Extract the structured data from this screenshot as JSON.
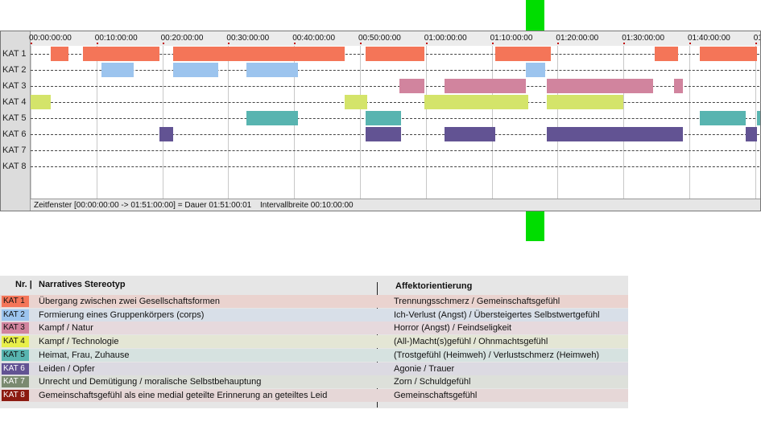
{
  "timeline": {
    "row_labels": [
      "KAT 1",
      "KAT 2",
      "KAT 3",
      "KAT 4",
      "KAT 5",
      "KAT 6",
      "KAT 7",
      "KAT 8"
    ],
    "tick_labels": [
      "00:00:00:00",
      "00:10:00:00",
      "00:20:00:00",
      "00:30:00:00",
      "00:40:00:00",
      "00:50:00:00",
      "01:00:00:00",
      "01:10:00:00",
      "01:20:00:00",
      "01:30:00:00",
      "01:40:00:00",
      "01"
    ],
    "status_text": "Zeitfenster [00:00:00:00 -> 01:51:00:00] = Dauer 01:51:00:01",
    "interval_text": "Intervallbreite 00:10:00:00",
    "colors": [
      "#f47558",
      "#9cc4ee",
      "#d1849e",
      "#d4e46a",
      "#58b4b0",
      "#625393",
      "#666666",
      "#6b1d12"
    ],
    "segments": [
      {
        "row": 0,
        "start": 3.1,
        "end": 5.8
      },
      {
        "row": 0,
        "start": 7.9,
        "end": 19.6
      },
      {
        "row": 0,
        "start": 21.6,
        "end": 47.7
      },
      {
        "row": 0,
        "start": 50.9,
        "end": 59.8
      },
      {
        "row": 0,
        "start": 70.5,
        "end": 79.0
      },
      {
        "row": 0,
        "start": 94.8,
        "end": 98.3
      },
      {
        "row": 0,
        "start": 101.6,
        "end": 110.3
      },
      {
        "row": 1,
        "start": 10.8,
        "end": 15.7
      },
      {
        "row": 1,
        "start": 21.6,
        "end": 28.5
      },
      {
        "row": 1,
        "start": 32.8,
        "end": 40.6
      },
      {
        "row": 1,
        "start": 75.2,
        "end": 78.1
      },
      {
        "row": 2,
        "start": 56.0,
        "end": 59.8
      },
      {
        "row": 2,
        "start": 62.8,
        "end": 75.2
      },
      {
        "row": 2,
        "start": 78.4,
        "end": 94.5
      },
      {
        "row": 2,
        "start": 97.7,
        "end": 99.0
      },
      {
        "row": 3,
        "start": 0.0,
        "end": 3.1
      },
      {
        "row": 3,
        "start": 47.7,
        "end": 51.1
      },
      {
        "row": 3,
        "start": 59.8,
        "end": 75.5
      },
      {
        "row": 3,
        "start": 78.4,
        "end": 90.0
      },
      {
        "row": 4,
        "start": 32.8,
        "end": 40.6
      },
      {
        "row": 4,
        "start": 50.9,
        "end": 56.2
      },
      {
        "row": 4,
        "start": 101.6,
        "end": 108.6
      },
      {
        "row": 4,
        "start": 110.3,
        "end": 112.0
      },
      {
        "row": 5,
        "start": 19.6,
        "end": 21.6
      },
      {
        "row": 5,
        "start": 50.9,
        "end": 56.2
      },
      {
        "row": 5,
        "start": 62.8,
        "end": 70.5
      },
      {
        "row": 5,
        "start": 78.4,
        "end": 99.0
      },
      {
        "row": 5,
        "start": 108.6,
        "end": 110.3
      }
    ]
  },
  "legend": {
    "header_nr": "Nr. |",
    "header_stereotype": "Narratives Stereotyp",
    "header_affect": "Affektorientierung",
    "rows": [
      {
        "badge": "KAT 1",
        "color": "#f47558",
        "stereotype": "Übergang zwischen zwei Gesellschaftsformen",
        "affect": "Trennungsschmerz / Gemeinschaftsgefühl",
        "bg": "#ead3cf"
      },
      {
        "badge": "KAT 2",
        "color": "#9cc4ee",
        "stereotype": "Formierung eines Gruppenkörpers (corps)",
        "affect": "Ich-Verlust (Angst) / Übersteigertes Selbstwertgefühl",
        "bg": "#d8dfe8"
      },
      {
        "badge": "KAT 3",
        "color": "#d1849e",
        "stereotype": "Kampf / Natur",
        "affect": "Horror (Angst) / Feindseligkeit",
        "bg": "#e6d9dd"
      },
      {
        "badge": "KAT 4",
        "color": "#e8ef4a",
        "stereotype": "Kampf / Technologie",
        "affect": "(All-)Macht(s)gefühl / Ohnmachtsgefühl",
        "bg": "#e4e6d5"
      },
      {
        "badge": "KAT 5",
        "color": "#58b4b0",
        "stereotype": "Heimat, Frau, Zuhause",
        "affect": "(Trostgefühl (Heimweh) / Verlustschmerz (Heimweh)",
        "bg": "#d6e2e0"
      },
      {
        "badge": "KAT 6",
        "color": "#625393",
        "stereotype": "Leiden / Opfer",
        "affect": "Agonie / Trauer",
        "bg": "#dcdae2"
      },
      {
        "badge": "KAT 7",
        "color": "#7a8a70",
        "stereotype": "Unrecht und Demütigung / moralische Selbstbehauptung",
        "affect": "Zorn / Schuldgefühl",
        "bg": "#dde0da"
      },
      {
        "badge": "KAT 8",
        "color": "#8b1a10",
        "stereotype": "Gemeinschaftsgefühl als eine medial geteilte Erinnerung an geteiltes Leid",
        "affect": "Gemeinschaftsgefühl",
        "bg": "#e6d7d7"
      }
    ]
  }
}
